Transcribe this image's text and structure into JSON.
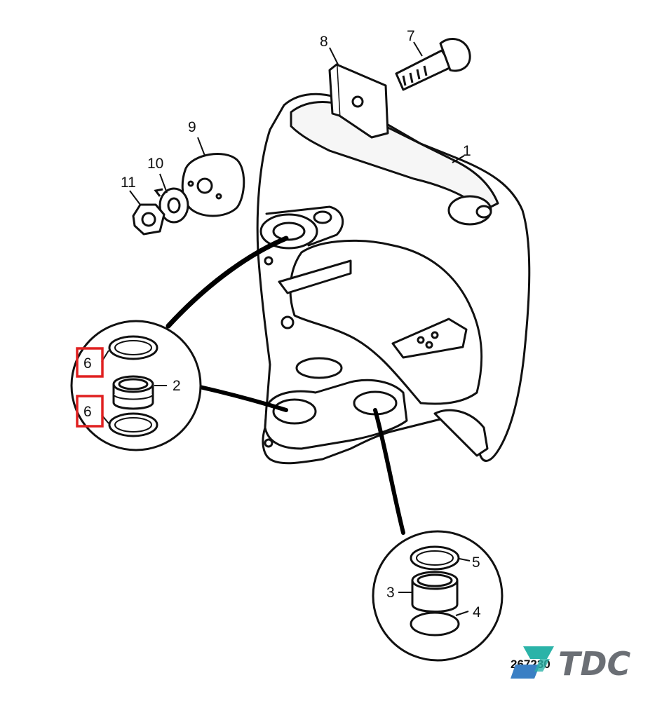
{
  "diagram": {
    "callouts": [
      {
        "id": "c1",
        "label": "1"
      },
      {
        "id": "c2",
        "label": "2"
      },
      {
        "id": "c3",
        "label": "3"
      },
      {
        "id": "c4",
        "label": "4"
      },
      {
        "id": "c5",
        "label": "5"
      },
      {
        "id": "c6a",
        "label": "6",
        "highlighted": true
      },
      {
        "id": "c6b",
        "label": "6",
        "highlighted": true
      },
      {
        "id": "c7",
        "label": "7"
      },
      {
        "id": "c8",
        "label": "8"
      },
      {
        "id": "c9",
        "label": "9"
      },
      {
        "id": "c10",
        "label": "10"
      },
      {
        "id": "c11",
        "label": "11"
      }
    ],
    "reference_number": "267230",
    "highlight_color": "#e02020"
  },
  "logo": {
    "text": "TDC",
    "colors": {
      "mark_primary": "#2bb3a8",
      "mark_secondary": "#3a7fc4",
      "text": "#6b6f75"
    }
  }
}
